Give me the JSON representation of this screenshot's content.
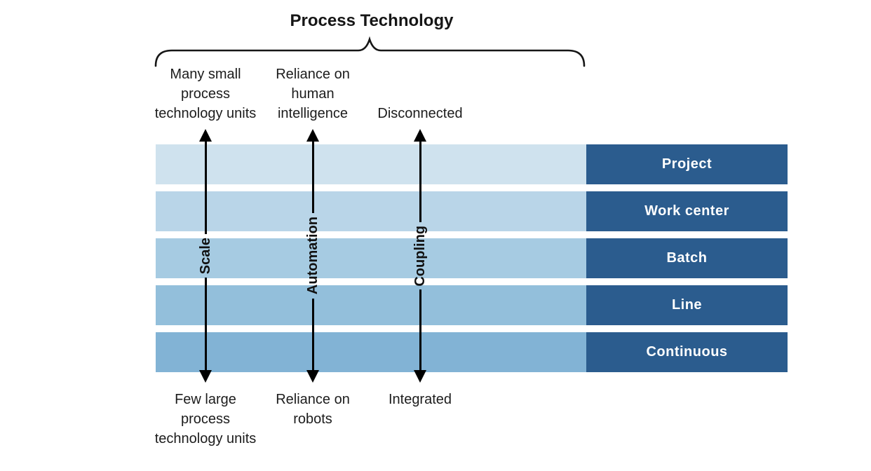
{
  "diagram": {
    "title": "Process Technology",
    "columns": [
      {
        "axis_label": "Scale",
        "top_label": "Many small\nprocess\ntechnology units",
        "bottom_label": "Few large\nprocess\ntechnology units"
      },
      {
        "axis_label": "Automation",
        "top_label": "Reliance on\nhuman\nintelligence",
        "bottom_label": "Reliance on\nrobots"
      },
      {
        "axis_label": "Coupling",
        "top_label": "Disconnected",
        "bottom_label": "Integrated"
      }
    ],
    "rows": [
      {
        "label": "Project",
        "band_color": "#cfe2ee"
      },
      {
        "label": "Work center",
        "band_color": "#b9d5e8"
      },
      {
        "label": "Batch",
        "band_color": "#a6cbe2"
      },
      {
        "label": "Line",
        "band_color": "#93bfdb"
      },
      {
        "label": "Continuous",
        "band_color": "#82b3d5"
      }
    ],
    "colors": {
      "row_box": "#2b5c8e",
      "row_label_text": "#ffffff",
      "arrow": "#000000",
      "background": "#ffffff"
    }
  }
}
